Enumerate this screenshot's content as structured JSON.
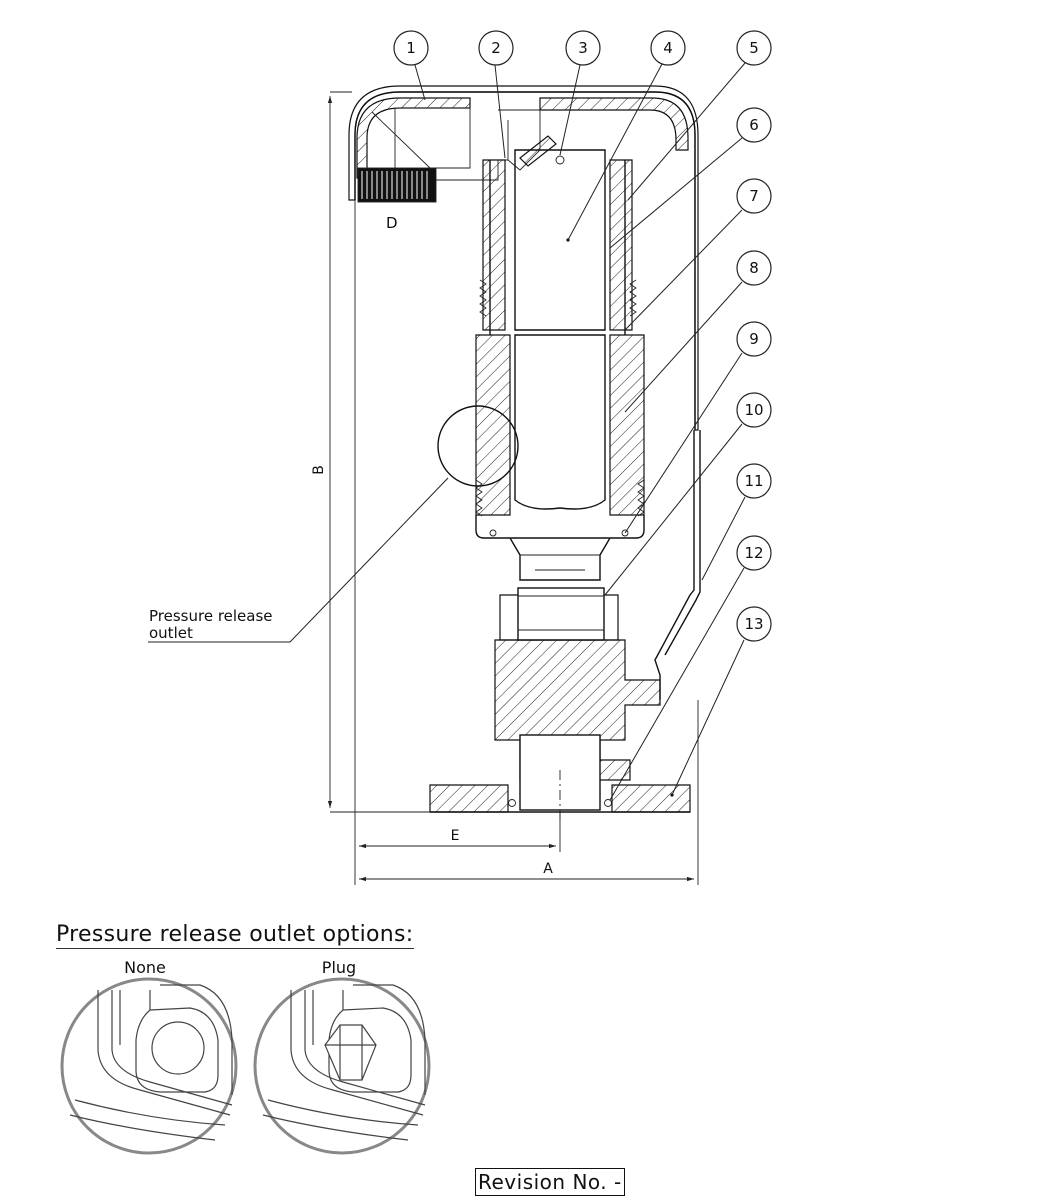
{
  "balloons": [
    "1",
    "2",
    "3",
    "4",
    "5",
    "6",
    "7",
    "8",
    "9",
    "10",
    "11",
    "12",
    "13"
  ],
  "detail_label": "D",
  "dimensions": {
    "height": "B",
    "offset": "E",
    "width": "A"
  },
  "callout": {
    "line1": "Pressure release",
    "line2": "outlet"
  },
  "options": {
    "title": "Pressure release outlet options:",
    "items": [
      {
        "label": "None"
      },
      {
        "label": "Plug"
      }
    ]
  },
  "revision": "Revision No. -"
}
